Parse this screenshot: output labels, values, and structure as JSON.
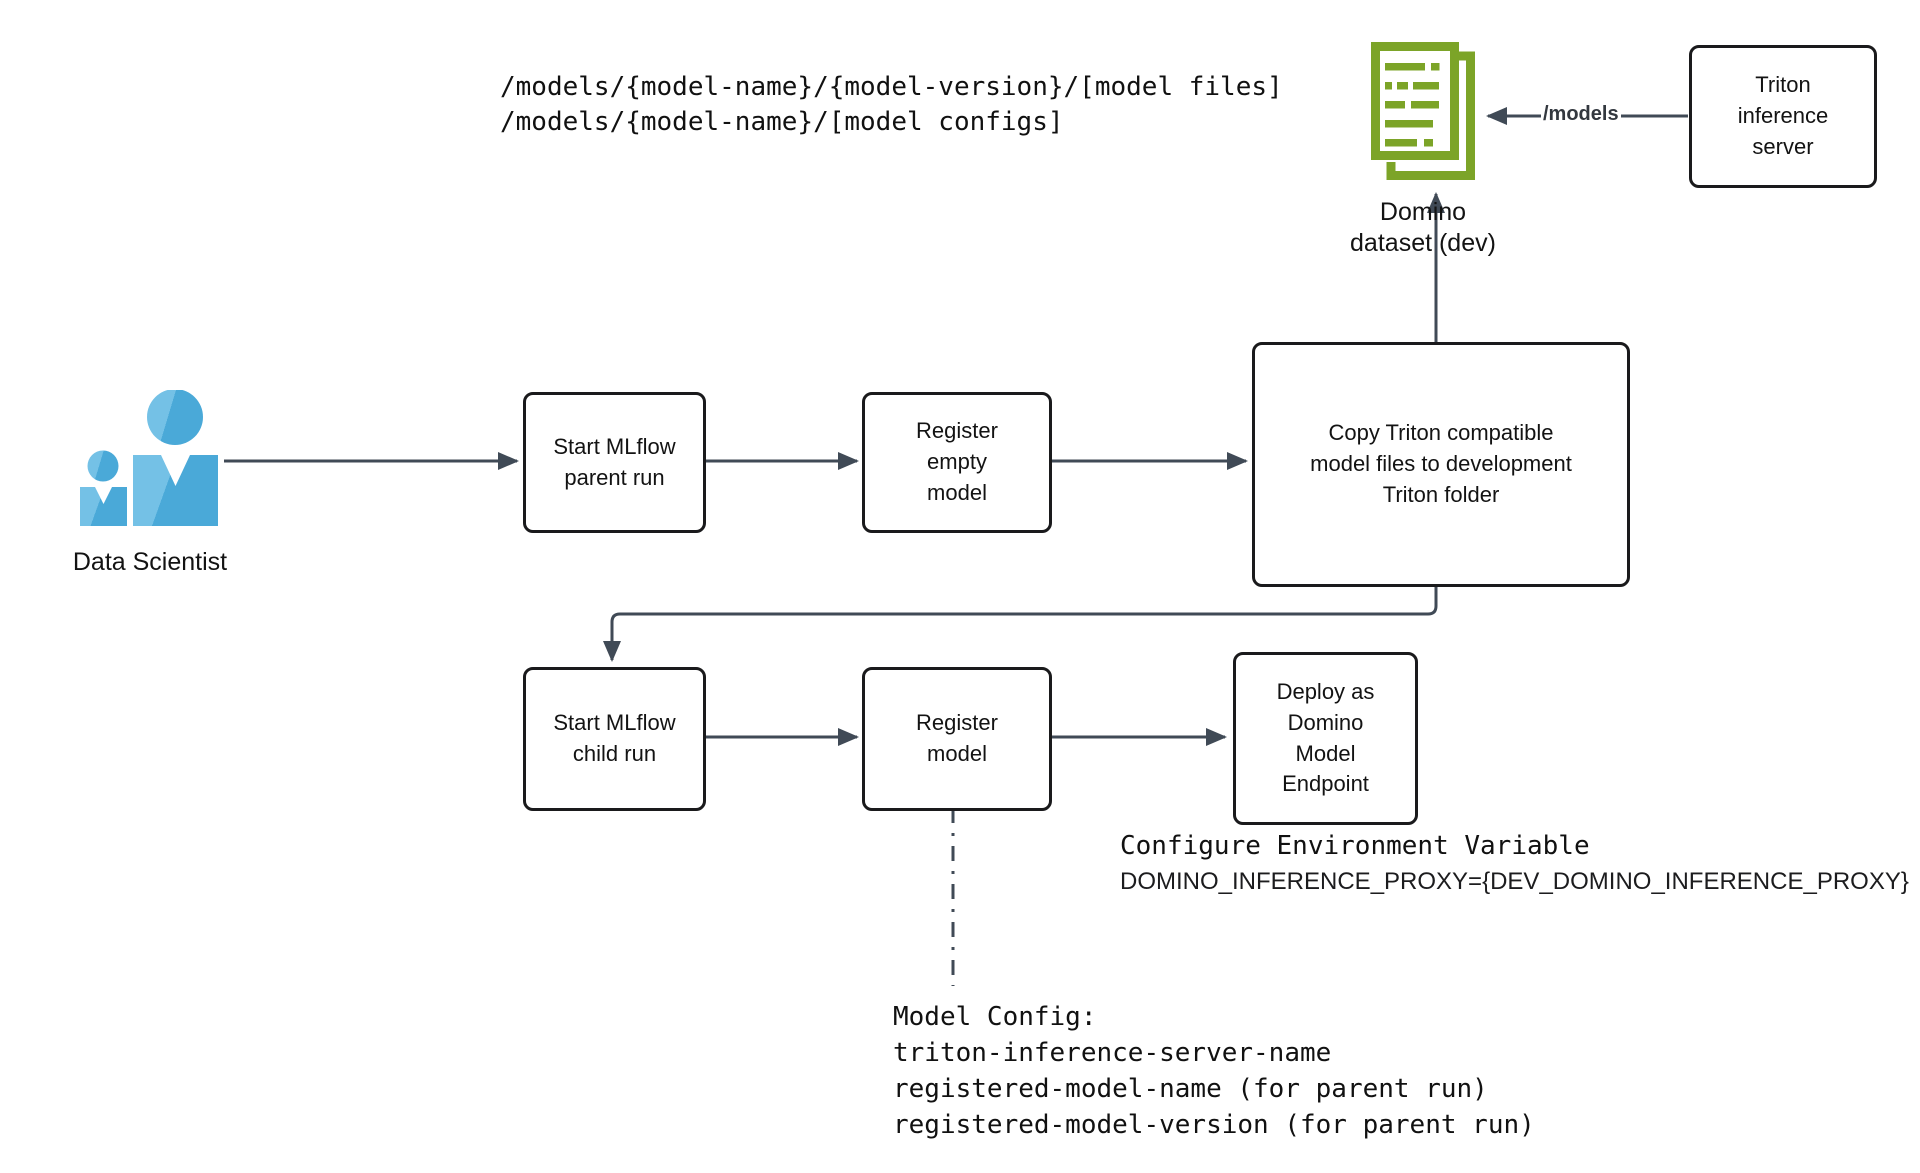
{
  "colors": {
    "connector": "#404a56",
    "box_border": "#1a1a1c",
    "dataset_green": "#7ca428",
    "actor_blue": "#4aa9d8",
    "actor_blue_light": "#74c1e6"
  },
  "file_paths": {
    "line1": "/models/{model-name}/{model-version}/[model files]",
    "line2": "/models/{model-name}/[model configs]"
  },
  "dataset_icon_label": {
    "line1": "Domino",
    "line2": "dataset (dev)"
  },
  "arrow_label_models": "/models",
  "actor_label": "Data Scientist",
  "boxes": {
    "triton_server": {
      "label": "Triton\ninference\nserver"
    },
    "parent_run": {
      "label": "Start MLflow\nparent run"
    },
    "register_empty": {
      "label": "Register\nempty\nmodel"
    },
    "copy_triton": {
      "label": "Copy Triton compatible\nmodel files to development\nTriton folder"
    },
    "child_run": {
      "label": "Start MLflow\nchild run"
    },
    "register_model": {
      "label": "Register\nmodel"
    },
    "deploy_endpoint": {
      "label": "Deploy as\nDomino\nModel\nEndpoint"
    }
  },
  "env_note": {
    "line1": "Configure Environment Variable",
    "line2": "DOMINO_INFERENCE_PROXY={DEV_DOMINO_INFERENCE_PROXY}"
  },
  "model_config_note": {
    "title": "Model Config:",
    "lines": [
      "triton-inference-server-name",
      "registered-model-name (for parent run)",
      "registered-model-version (for parent run)"
    ]
  }
}
